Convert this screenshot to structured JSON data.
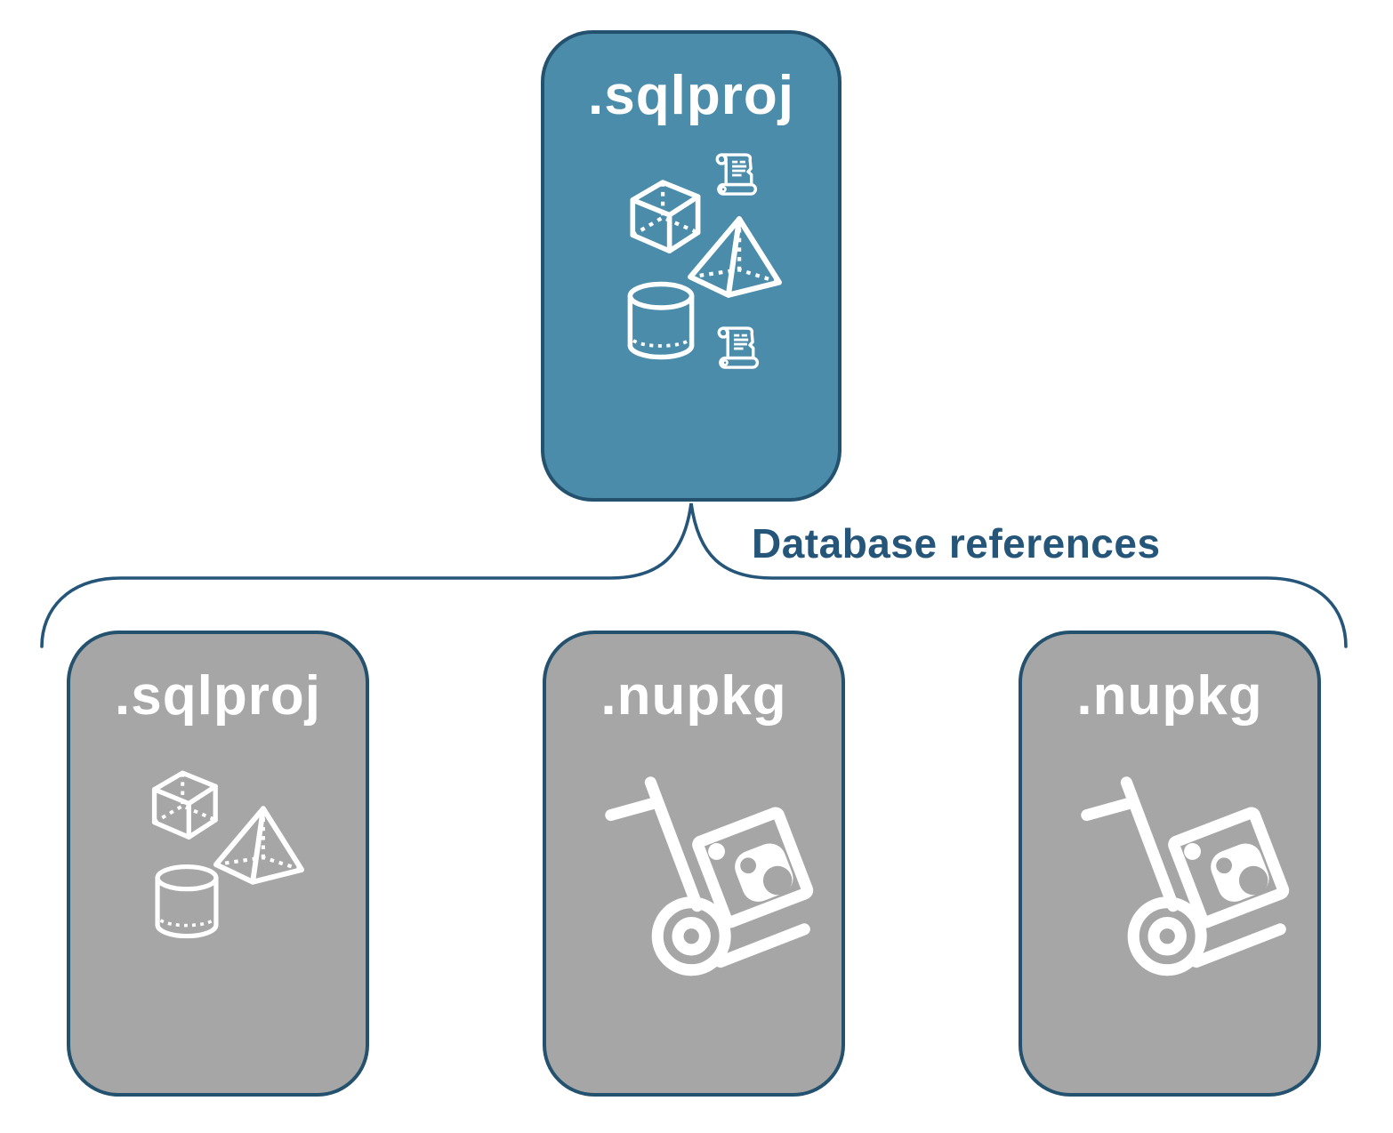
{
  "root_card": {
    "label": ".sqlproj",
    "fill_color": "#4A8CA9",
    "icons": [
      "cube-icon",
      "script-scroll-icon",
      "pyramid-icon",
      "cylinder-icon",
      "script-scroll-icon"
    ]
  },
  "connector": {
    "label": "Database references",
    "line_color": "#25567A"
  },
  "child_cards": [
    {
      "label": ".sqlproj",
      "fill_color": "#A6A6A6",
      "icons": [
        "cube-icon",
        "pyramid-icon",
        "cylinder-icon"
      ]
    },
    {
      "label": ".nupkg",
      "fill_color": "#A6A6A6",
      "icons": [
        "package-dolly-icon"
      ]
    },
    {
      "label": ".nupkg",
      "fill_color": "#A6A6A6",
      "icons": [
        "package-dolly-icon"
      ]
    }
  ],
  "colors": {
    "card_border": "#24526E",
    "icon": "#FFFFFF",
    "page_background": "#FFFFFF"
  }
}
